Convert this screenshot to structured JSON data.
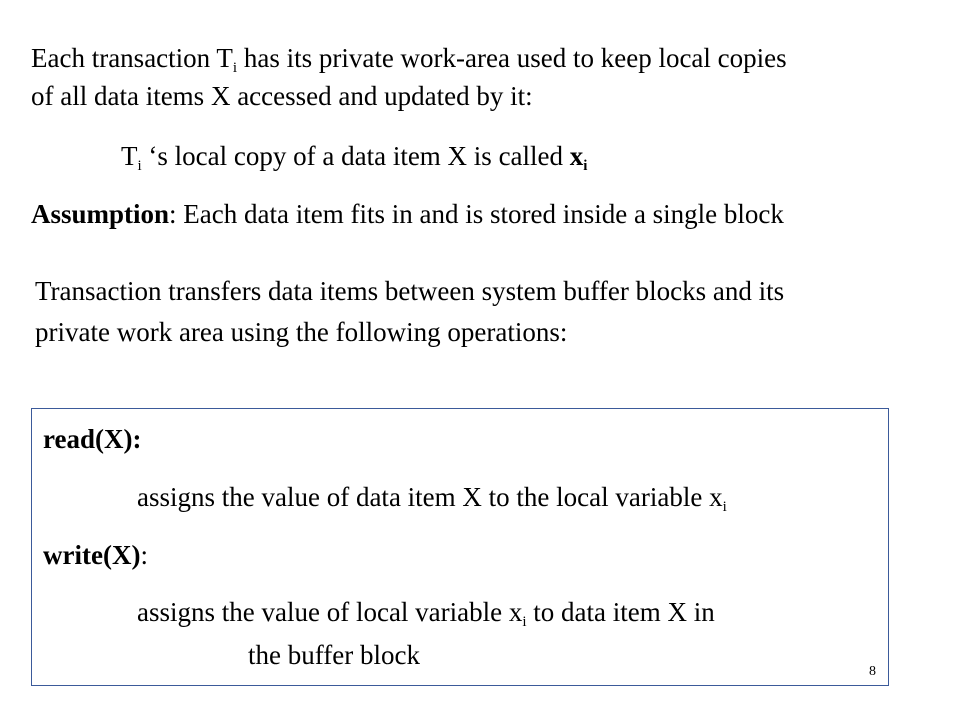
{
  "intro": {
    "line1": {
      "pre": "Each transaction T",
      "sub": "i",
      "post": " has its private work-area used to keep local copies"
    },
    "line2": "of all data items X accessed and updated by it:",
    "local_copy": {
      "t": "T",
      "t_sub": "i",
      "mid": " ‘s local copy of a data item X is called ",
      "x": "x",
      "x_sub": "i"
    }
  },
  "assumption": {
    "label": "Assumption",
    "text": ": Each data item fits in and is stored inside a single block"
  },
  "transfer": {
    "line1": "Transaction transfers data items between system buffer blocks and its",
    "line2": "private work area using the following operations:"
  },
  "operations": {
    "read": {
      "name": "read(X):",
      "desc": {
        "pre": "assigns the value of data item X to the local variable x",
        "sub": "i"
      }
    },
    "write": {
      "name": "write(X)",
      "colon": ":",
      "desc_line1": {
        "pre": "assigns the value of local variable x",
        "sub": "i",
        "post": " to data item X in"
      },
      "desc_line2": "the buffer block"
    }
  },
  "page_number": "8"
}
